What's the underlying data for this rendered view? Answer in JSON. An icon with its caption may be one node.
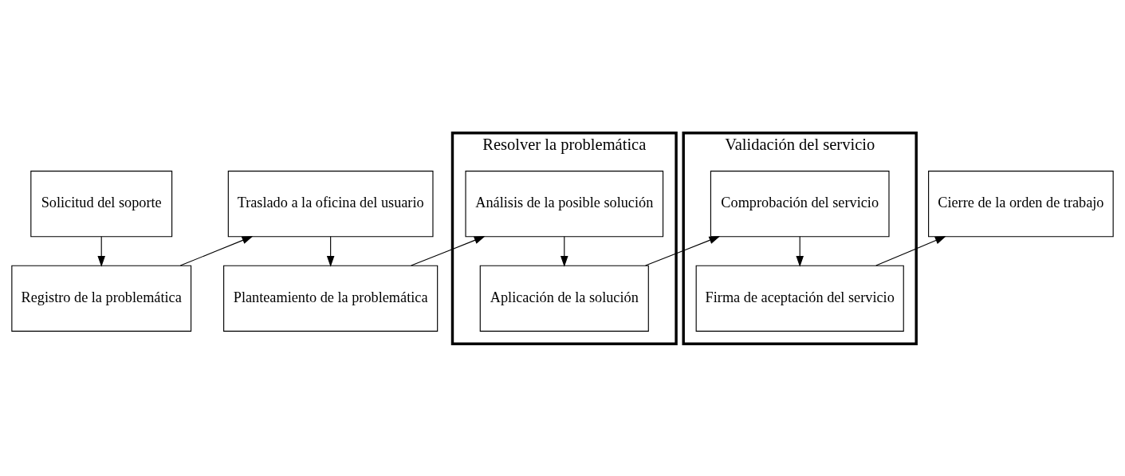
{
  "diagram": {
    "nodes": [
      {
        "text": [
          "Solicitud del soporte"
        ]
      },
      {
        "text": [
          "Registro de la problemática"
        ]
      },
      {
        "text": [
          "Traslado a la oficina del usuario"
        ]
      },
      {
        "text": [
          "Planteamiento de la problemática"
        ]
      },
      {
        "text": [
          "Resolver la problemática"
        ]
      },
      {
        "text": [
          "Análisis de la posible solución"
        ],
        "in": 4
      },
      {
        "text": [
          "Aplicación de la solución"
        ],
        "in": 4
      },
      {
        "text": [
          "Validación del servicio"
        ]
      },
      {
        "text": [
          "Comprobación del servicio"
        ],
        "in": 7
      },
      {
        "text": [
          "Firma de aceptación del servicio"
        ],
        "in": 7
      },
      {
        "text": [
          "Cierre de la orden de trabajo"
        ]
      }
    ],
    "edges": [
      {
        "from": 0,
        "to": 1,
        "arrow": "to"
      },
      {
        "from": 1,
        "to": 2,
        "arrow": "to"
      },
      {
        "from": 2,
        "to": 3,
        "arrow": "to"
      },
      {
        "from": 3,
        "to": 5,
        "arrow": "to"
      },
      {
        "from": 5,
        "to": 6,
        "arrow": "to"
      },
      {
        "from": 6,
        "to": 8,
        "arrow": "to"
      },
      {
        "from": 8,
        "to": 9,
        "arrow": "to"
      },
      {
        "from": 9,
        "to": 10,
        "arrow": "to"
      }
    ]
  }
}
